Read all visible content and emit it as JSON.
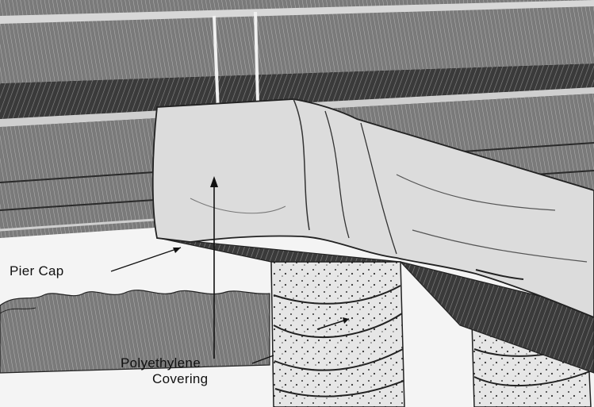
{
  "labels": {
    "pier_cap": "Pier Cap",
    "polyethylene_line1": "Polyethylene",
    "polyethylene_line2": "Covering"
  },
  "colors": {
    "ink": "#111111",
    "background": "#f4f4f4",
    "shade_dark": "#2e2e2e",
    "shade_mid": "#6e6e6e",
    "sheet_light": "#dcdcdc"
  }
}
